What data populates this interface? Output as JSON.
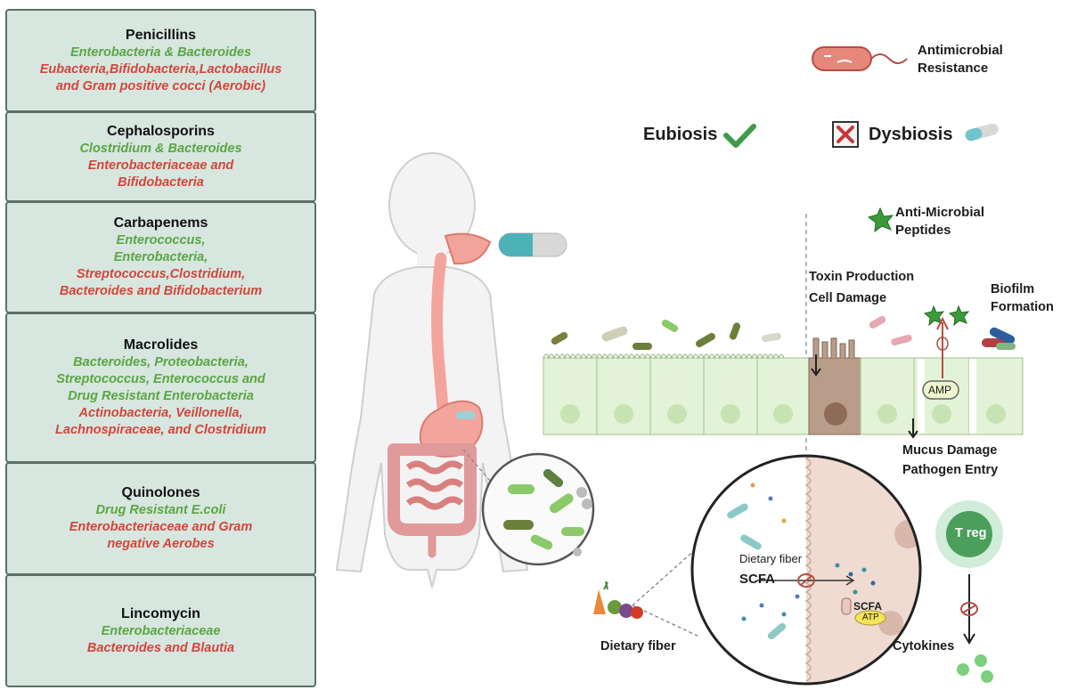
{
  "antibiotics": [
    {
      "name": "Penicillins",
      "increased": [
        "Enterobacteria & Bacteroides"
      ],
      "decreased": [
        "Eubacteria,Bifidobacteria,Lactobacillus",
        "and Gram positive cocci (Aerobic)"
      ]
    },
    {
      "name": "Cephalosporins",
      "increased": [
        "Clostridium & Bacteroides"
      ],
      "decreased": [
        "Enterobacteriaceae and",
        "Bifidobacteria"
      ]
    },
    {
      "name": "Carbapenems",
      "increased": [
        "Enterococcus,",
        "Enterobacteria,"
      ],
      "decreased": [
        "Streptococcus,Clostridium,",
        "Bacteroides and  Bifidobacterium"
      ]
    },
    {
      "name": "Macrolides",
      "increased": [
        "Bacteroides, Proteobacteria,",
        "Streptococcus, Enterococcus and",
        "Drug Resistant Enterobacteria"
      ],
      "decreased": [
        "Actinobacteria, Veillonella,",
        "Lachnospiraceae, and Clostridium"
      ]
    },
    {
      "name": "Quinolones",
      "increased": [
        "Drug Resistant E.coli"
      ],
      "decreased": [
        "Enterobacteriaceae and Gram",
        "negative Aerobes"
      ]
    },
    {
      "name": "Lincomycin",
      "increased": [
        "Enterobacteriaceae"
      ],
      "decreased": [
        "Bacteroides and Blautia"
      ]
    }
  ],
  "labels": {
    "amr_line1": "Antimicrobial",
    "amr_line2": "Resistance",
    "eubiosis": "Eubiosis",
    "dysbiosis": "Dysbiosis",
    "amp_line1": "Anti-Microbial",
    "amp_line2": "Peptides",
    "toxin_line1": "Toxin Production",
    "toxin_line2": "Cell Damage",
    "biofilm_line1": "Biofilm",
    "biofilm_line2": "Formation",
    "amp_short": "AMP",
    "mucus_line1": "Mucus Damage",
    "mucus_line2": "Pathogen Entry",
    "treg": "T reg",
    "dietary_fiber_inner": "Dietary fiber",
    "scfa": "SCFA",
    "scfa_small": "SCFA",
    "atp": "ATP",
    "dietary_fiber": "Dietary fiber",
    "cytokines": "Cytokines"
  },
  "colors": {
    "box_fill": "#d7e6df",
    "box_border": "#5c6f66",
    "increased_text": "#5aa642",
    "decreased_text": "#d2463b",
    "tissue": "#e3f3d8",
    "check": "#3f9a4a",
    "cross": "#c4373a"
  }
}
